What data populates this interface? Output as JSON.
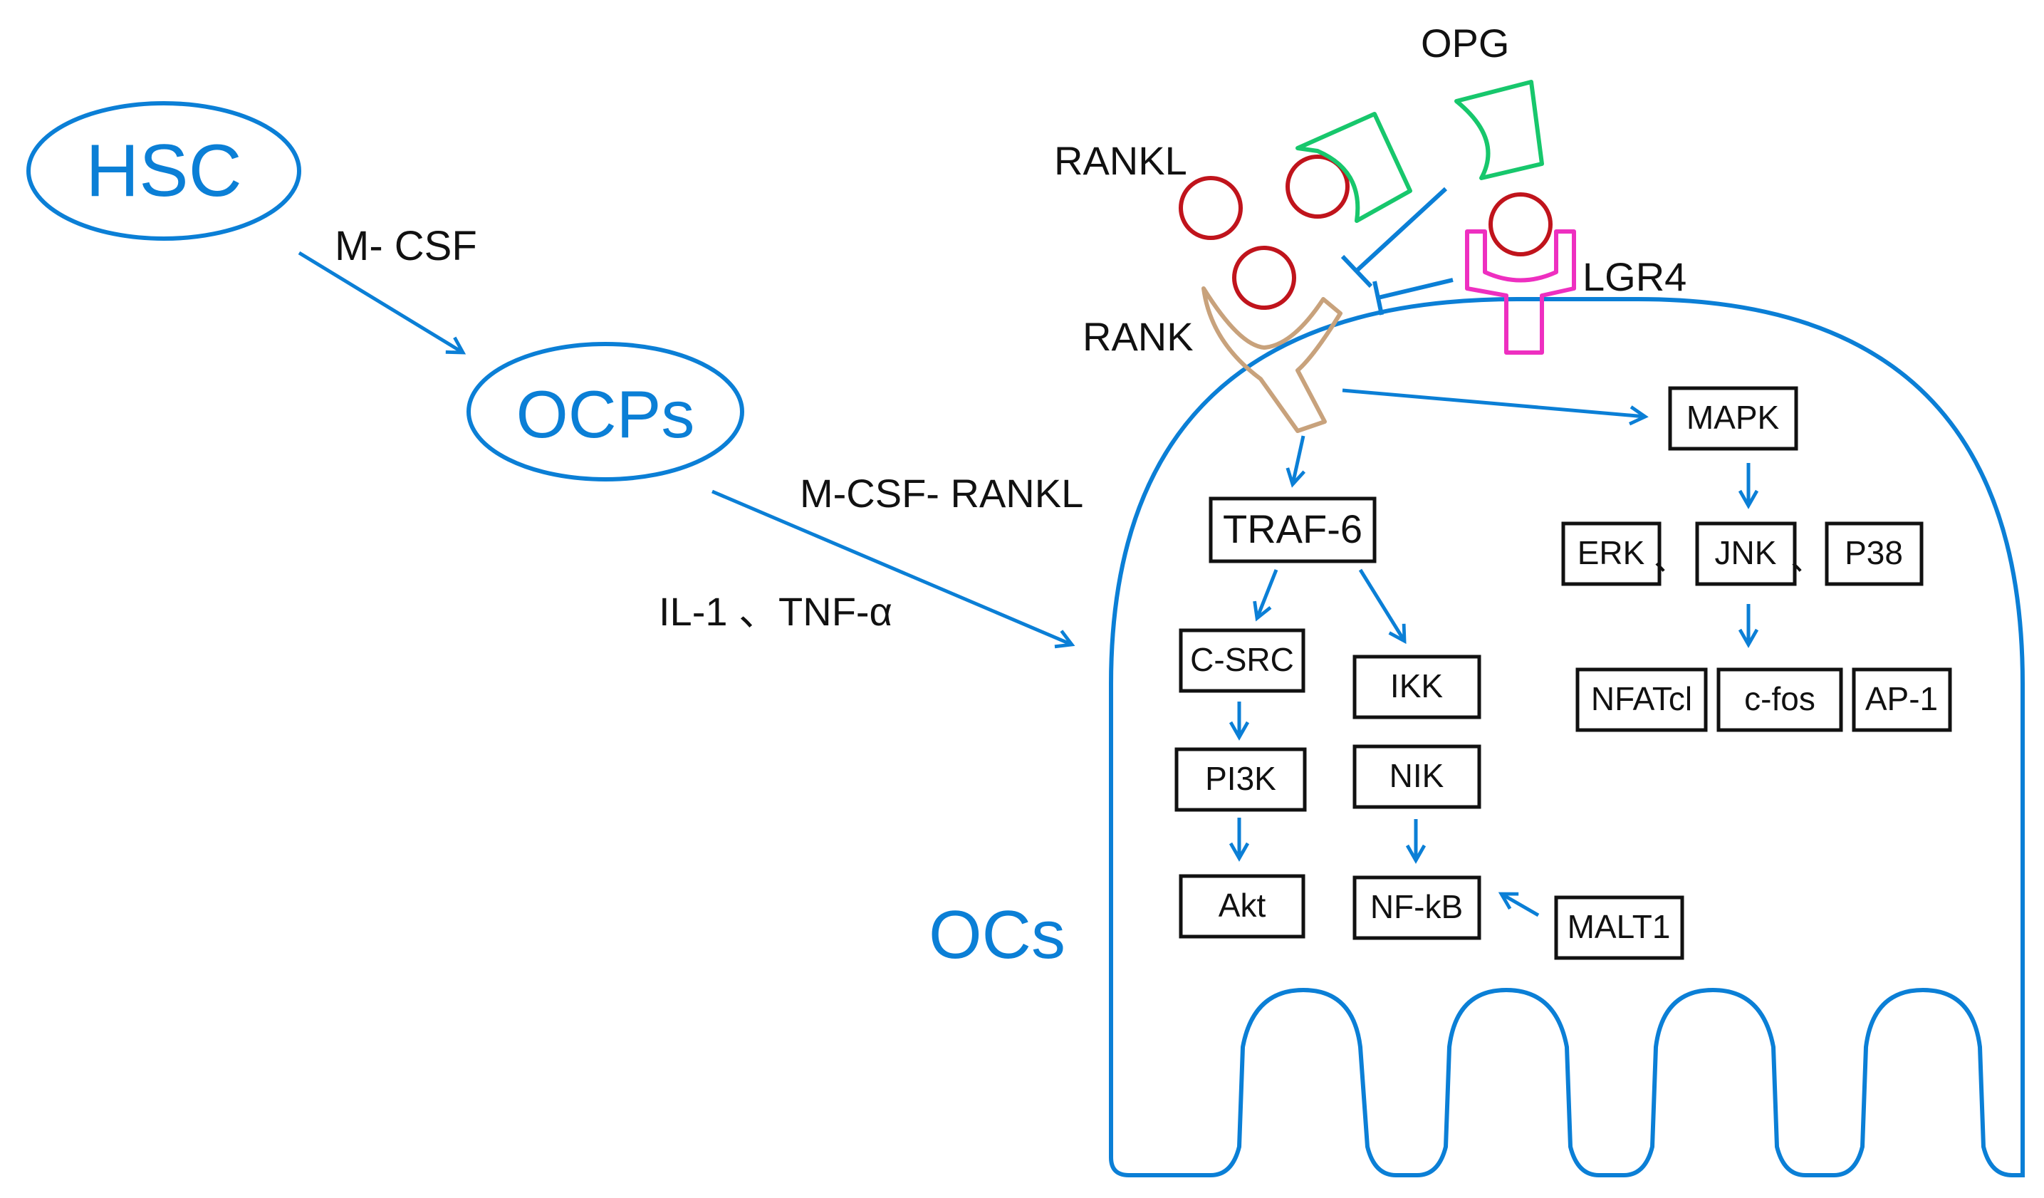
{
  "colors": {
    "blue": "#0b7fd6",
    "rankl_red": "#c0141c",
    "opg_green": "#17c76c",
    "lgr4_magenta": "#ee2fc0",
    "rank_tan": "#c8a27c",
    "box_stroke": "#111111"
  },
  "cells": {
    "hsc": "HSC",
    "ocps": "OCPs",
    "ocs": "OCs"
  },
  "stimuli": {
    "mcsf": "M- CSF",
    "mcsf_rankl": "M-CSF- RANKL",
    "il1_tnf": "IL-1 、TNF-α"
  },
  "receptors": {
    "rankl": "RANKL",
    "opg": "OPG",
    "rank": "RANK",
    "lgr4": "LGR4"
  },
  "boxes": {
    "traf6": "TRAF-6",
    "csrc": "C-SRC",
    "pi3k": "PI3K",
    "akt": "Akt",
    "ikk": "IKK",
    "nik": "NIK",
    "nfkb": "NF-kB",
    "malt1": "MALT1",
    "mapk": "MAPK",
    "erk": "ERK",
    "jnk": "JNK",
    "p38": "P38",
    "nfatc1": "NFATcl",
    "cfos": "c-fos",
    "ap1": "AP-1"
  },
  "separators": {
    "sep1": "、",
    "sep2": "、"
  }
}
